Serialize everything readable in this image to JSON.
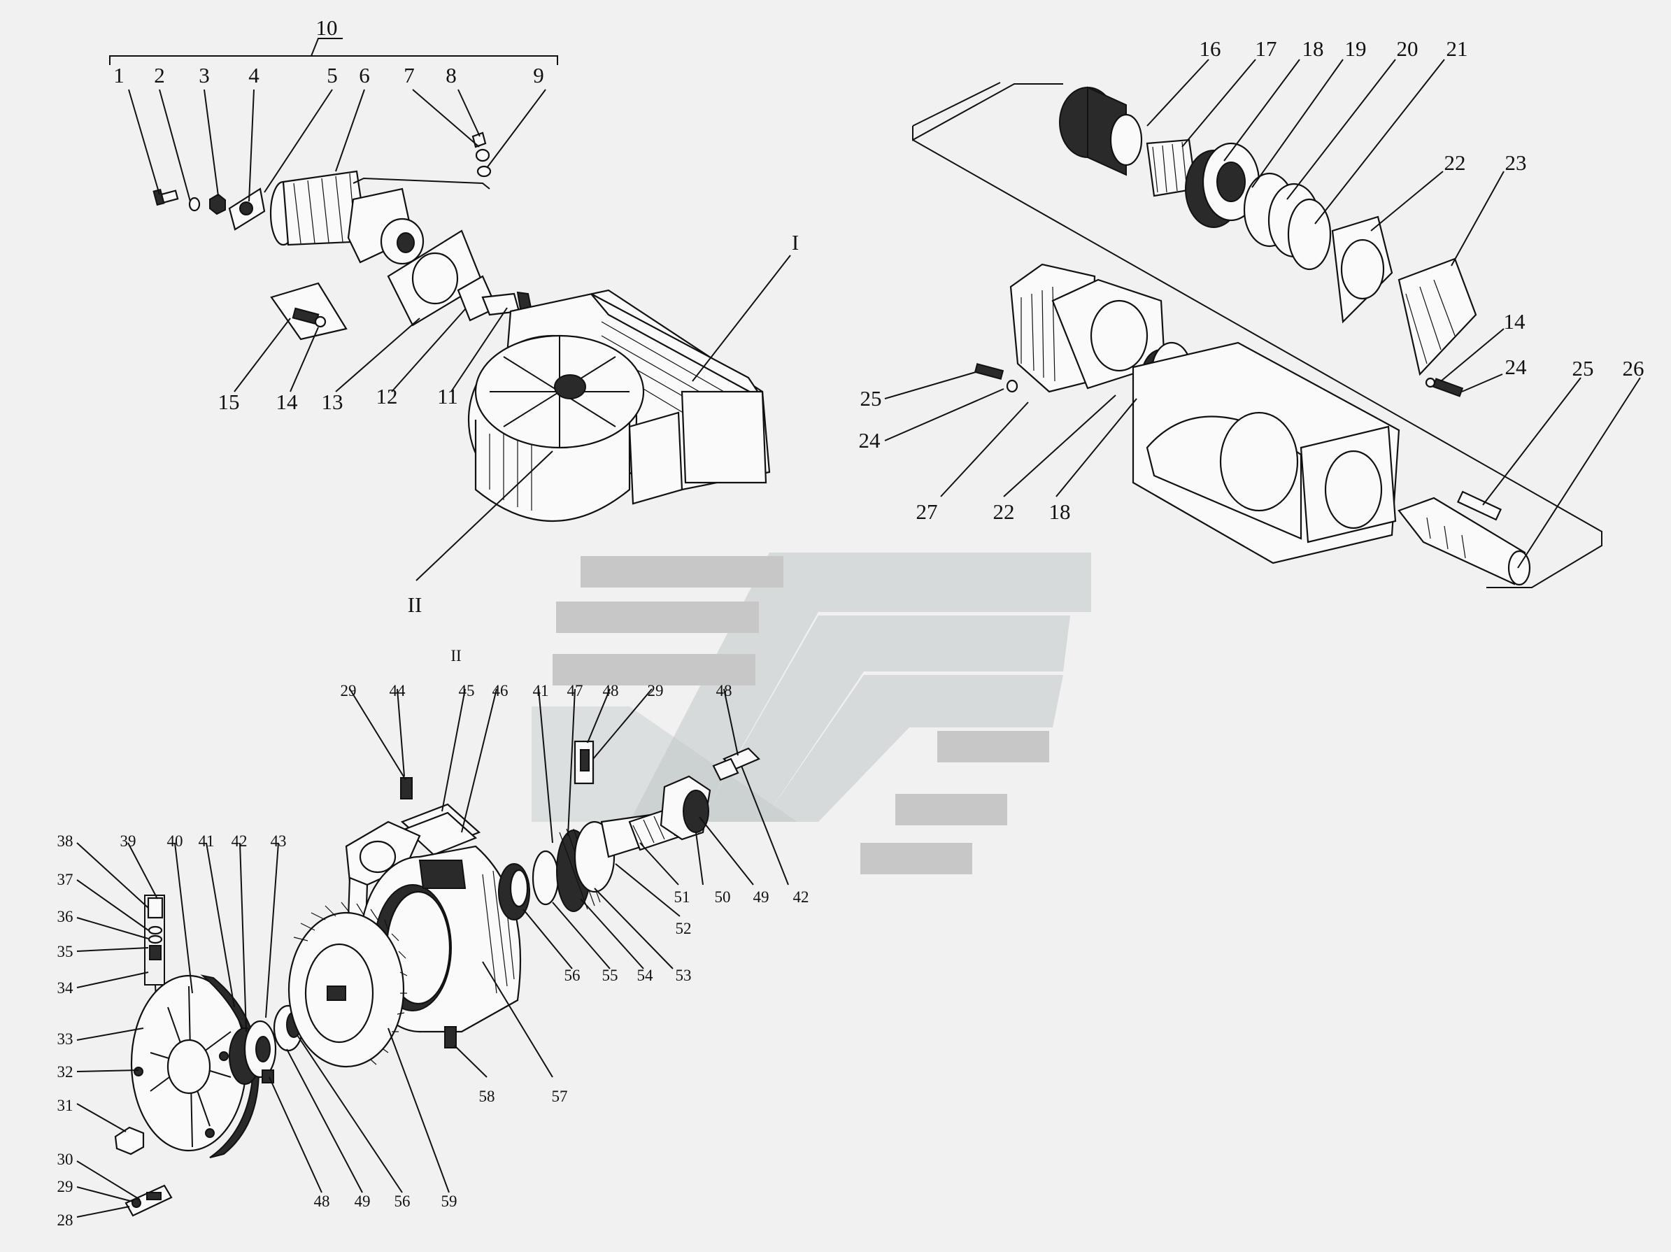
{
  "watermark": {
    "fill": "#bfc6c6",
    "stripes": "#c7c7c7"
  },
  "group_top_left": {
    "bracket_label": "10",
    "assembly_labels": [
      "I",
      "II"
    ]
  },
  "section_label": "II",
  "labels": {
    "top_left": [
      "1",
      "2",
      "3",
      "4",
      "5",
      "6",
      "7",
      "8",
      "9",
      "15",
      "14",
      "13",
      "12",
      "11"
    ],
    "top_right": [
      "16",
      "17",
      "18",
      "19",
      "20",
      "21",
      "22",
      "23",
      "14",
      "24",
      "25",
      "26",
      "25",
      "24",
      "27",
      "22",
      "18"
    ],
    "bottom_mid": [
      "29",
      "44",
      "45",
      "46",
      "41",
      "47",
      "48",
      "29",
      "48",
      "51",
      "50",
      "49",
      "42",
      "52",
      "53",
      "54",
      "55",
      "56",
      "57",
      "58"
    ],
    "bottom_left": [
      "38",
      "39",
      "40",
      "41",
      "42",
      "43",
      "37",
      "36",
      "35",
      "34",
      "33",
      "32",
      "31",
      "30",
      "29",
      "28",
      "48",
      "49",
      "56",
      "59"
    ]
  }
}
